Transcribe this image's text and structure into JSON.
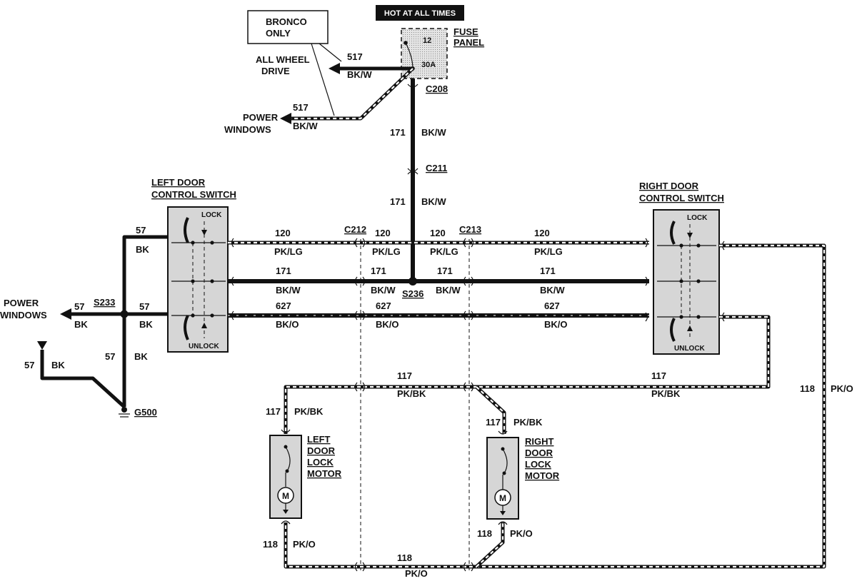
{
  "labels": {
    "hot_at_all_times": "HOT AT ALL TIMES",
    "bronco_only_1": "BRONCO",
    "bronco_only_2": "ONLY",
    "fuse_panel_1": "FUSE",
    "fuse_panel_2": "PANEL",
    "fuse_number": "12",
    "fuse_rating": "30A",
    "all_wheel_drive_1": "ALL WHEEL",
    "all_wheel_drive_2": "DRIVE",
    "power_windows_top_1": "POWER",
    "power_windows_top_2": "WINDOWS",
    "power_windows_left_1": "POWER",
    "power_windows_left_2": "WINDOWS",
    "left_door_switch_1": "LEFT DOOR",
    "left_door_switch_2": "CONTROL SWITCH",
    "right_door_switch_1": "RIGHT DOOR",
    "right_door_switch_2": "CONTROL SWITCH",
    "lock": "LOCK",
    "unlock": "UNLOCK",
    "left_motor_1": "LEFT",
    "left_motor_2": "DOOR",
    "left_motor_3": "LOCK",
    "left_motor_4": "MOTOR",
    "right_motor_1": "RIGHT",
    "right_motor_2": "DOOR",
    "right_motor_3": "LOCK",
    "right_motor_4": "MOTOR",
    "motor_symbol": "M"
  },
  "connectors": {
    "c208": "C208",
    "c211": "C211",
    "c212": "C212",
    "c213": "C213",
    "s233": "S233",
    "s236": "S236",
    "g500": "G500"
  },
  "circuits": {
    "c517": "517",
    "c171": "171",
    "c120": "120",
    "c627": "627",
    "c57": "57",
    "c117": "117",
    "c118": "118"
  },
  "colors": {
    "bkw": "BK/W",
    "pklg": "PK/LG",
    "bko": "BK/O",
    "bk": "BK",
    "pkbk": "PK/BK",
    "pko": "PK/O"
  }
}
